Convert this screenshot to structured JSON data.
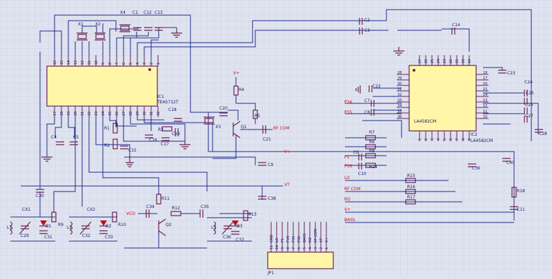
{
  "ic1": {
    "name": "IC1",
    "part": "TEA5712T",
    "top_pins": [
      "16",
      "15",
      "14",
      "13",
      "12",
      "11",
      "10",
      "9",
      "8",
      "7",
      "6",
      "5",
      "4",
      "3",
      "2",
      "1"
    ],
    "bottom_pins": [
      "17",
      "18",
      "19",
      "20",
      "21",
      "22",
      "23",
      "24",
      "25",
      "26",
      "27",
      "28",
      "29",
      "30",
      "31",
      "32"
    ]
  },
  "ic2": {
    "name": "IC2",
    "part": "LA4582CM",
    "part_repeat": "LA4582CM",
    "top_pins": [
      "27",
      "26",
      "25",
      "24",
      "23",
      "22",
      "21",
      "20",
      "19"
    ],
    "left_pins": [
      "28",
      "29",
      "30",
      "31",
      "32",
      "33",
      "34",
      "35",
      "36"
    ],
    "right_pins": [
      "18",
      "17",
      "16",
      "15",
      "14",
      "13",
      "12",
      "11",
      "10"
    ],
    "bottom_pins": [
      "1",
      "2",
      "3",
      "4",
      "5",
      "6",
      "7",
      "8",
      "9"
    ]
  },
  "components": {
    "x1": "X1",
    "x2": "X2",
    "x3": "X3",
    "x4": "X4",
    "c1": "C1",
    "c2": "C2",
    "c3": "C3",
    "c4": "C4",
    "c5": "C5",
    "c6": "C6",
    "c7": "C7",
    "c8": "C8",
    "c9": "C9",
    "c10": "C10",
    "c11": "C11",
    "c12": "C12",
    "c13": "C13",
    "c14": "C14",
    "c15": "C15",
    "c16": "C16",
    "c17": "C17",
    "c18": "C18",
    "c19": "C19",
    "c20": "C20",
    "c21": "C21",
    "c22": "C22",
    "c23": "C23",
    "c24": "C24",
    "c25": "C25",
    "c26": "C26",
    "c27": "C27",
    "c28": "C28",
    "c29": "C29",
    "c30": "C30",
    "c31": "C31",
    "c32": "C32",
    "c33": "C33",
    "c34": "C34",
    "c35": "C35",
    "c36": "C36",
    "c37": "C37",
    "c38": "C38",
    "c39": "C39",
    "c40": "C40",
    "r1": "R1",
    "r2": "R2",
    "r3": "R3",
    "r4": "R4",
    "r5": "R5",
    "r6": "R6",
    "r7": "R7",
    "r8": "R8",
    "r9": "R9",
    "r10": "R10",
    "r11": "R11",
    "r12": "R12",
    "r13": "R13",
    "r14": "R14",
    "r15": "R15",
    "r16": "R16",
    "r17": "R17",
    "r18": "R18",
    "q1": "Q1",
    "q2": "Q2",
    "q3": "Q3",
    "d1": "D1",
    "d2": "D2",
    "d3": "D3",
    "l1": "L1",
    "l2": "L2",
    "l3": "L3",
    "cx1": "CX1",
    "cx2": "CX2",
    "jp1": "JP1"
  },
  "nets": {
    "vplus": "V+",
    "vt": "VT",
    "vco": "VCO",
    "rfcom": "RF COM",
    "p34": "P34",
    "p35": "P35",
    "p1": "P1",
    "p36": "P36",
    "lo": "LO",
    "ro": "RO",
    "bass": "BASS"
  },
  "connector_pins": [
    "11",
    "10",
    "9",
    "8",
    "7",
    "6",
    "5",
    "4",
    "3",
    "2",
    "1"
  ],
  "connector_labels": [
    "GND",
    "LO",
    "P1",
    "P34",
    "P35",
    "P36",
    "BASS",
    "RO",
    "RF COM",
    "VT",
    "V+"
  ]
}
